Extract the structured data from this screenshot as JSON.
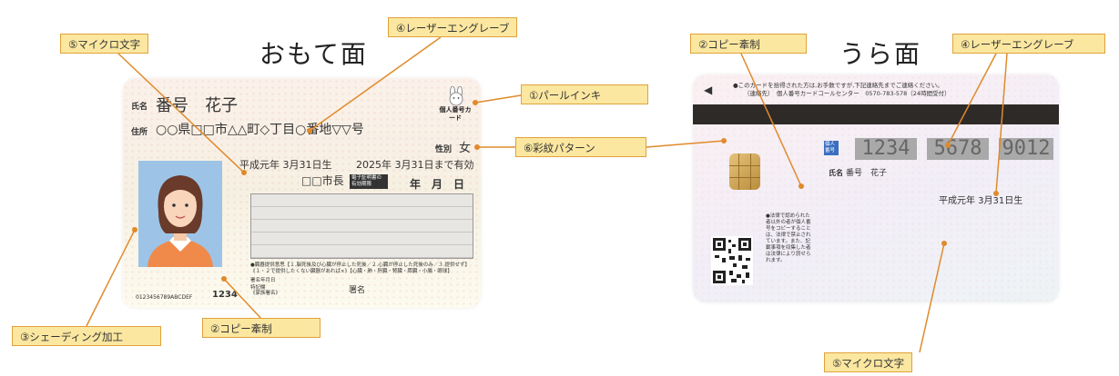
{
  "titles": {
    "front": "おもて面",
    "back": "うら面"
  },
  "callouts": {
    "micro_front": "⑤マイクロ文字",
    "laser_front": "④レーザーエングレーブ",
    "pearl_ink": "①パールインキ",
    "rainbow": "⑥彩紋パターン",
    "shading": "③シェーディング加工",
    "copy_front": "②コピー牽制",
    "copy_back": "②コピー牽制",
    "laser_back": "④レーザーエングレーブ",
    "micro_back": "⑤マイクロ文字"
  },
  "front": {
    "name_label": "氏名",
    "name": "番号　花子",
    "address_label": "住所",
    "address": "○○県□□市△△町◇丁目○番地▽▽号",
    "logo_text": "個人番号カード",
    "sex_label": "性別",
    "sex": "女",
    "birth": "平成元年 3月31日生",
    "valid": "2025年 3月31日まで有効",
    "issuer": "□□市長",
    "cert_label": "電子証明書の有効期限",
    "ymd": "年　月　日",
    "organ_note": "●臓器提供意思【１.脳死後及び心臓が停止した死後／２.心臓が停止した死後のみ／３.提供せず】《１・２で提供したくない臓器があれば×》【心臓・肺・肝臓・腎臓・膵臓・小腸・眼球】",
    "special": "特記欄",
    "date": "署名年月日",
    "family": "《家族署名》",
    "sign": "署名",
    "serial": "0123456789ABCDEF",
    "pin": "1234"
  },
  "back": {
    "top_text": "●このカードを拾得された方は,お手数ですが,下記連絡先までご連絡ください。",
    "top_text2": "（連絡先）　個人番号カードコールセンター　0570-783-578（24時間受付）",
    "arrow": "◀",
    "badge": "個人番号",
    "numbers": [
      "1234",
      "5678",
      "9012"
    ],
    "name_label": "氏名",
    "name": "番号　花子",
    "birth": "平成元年 3月31日生",
    "note": "●法律で認められた者以外の者が個人番号をコピーすることは、法律で禁止されています。また、記載事項を収集した者は法律により罰せられます。"
  }
}
